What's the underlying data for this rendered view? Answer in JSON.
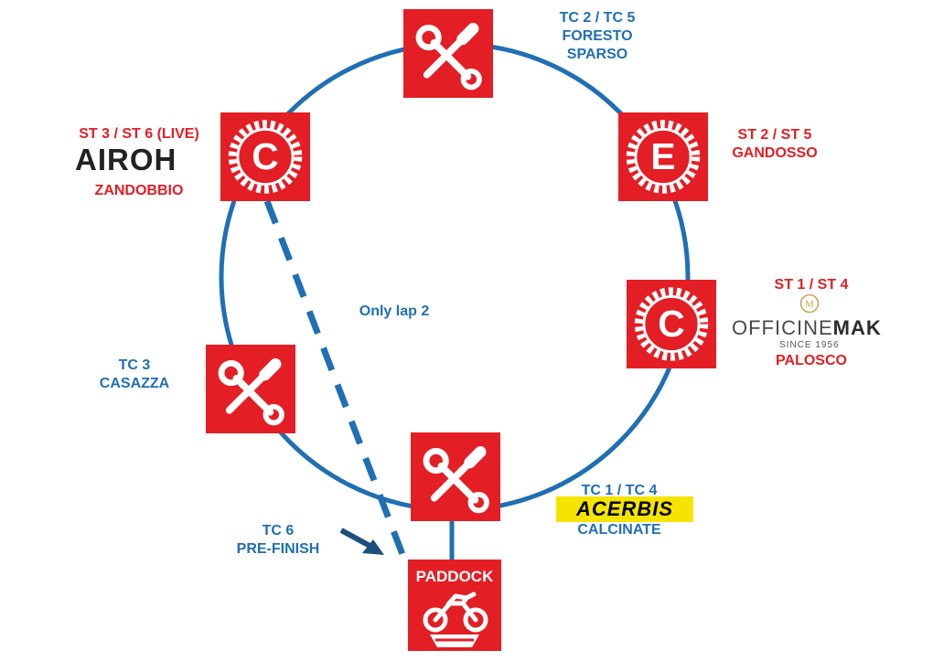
{
  "labels": {
    "tc2_tc5": {
      "line1": "TC 2 / TC 5",
      "line2": "FORESTO",
      "line3": "SPARSO"
    },
    "st2_st5": {
      "line1": "ST 2 / ST 5",
      "line2": "GANDOSSO"
    },
    "st1_st4": {
      "line1": "ST 1 / ST 4",
      "line2": "PALOSCO"
    },
    "tc1_tc4": {
      "line1": "TC 1 / TC 4",
      "line2": "CALCINATE"
    },
    "tc6": {
      "line1": "TC 6",
      "line2": "PRE-FINISH"
    },
    "tc3": {
      "line1": "TC 3",
      "line2": "CASAZZA"
    },
    "st3_st6": {
      "line1": "ST 3 / ST 6 (LIVE)",
      "line2": "ZANDOBBIO"
    },
    "only_lap": "Only lap 2"
  },
  "stations": {
    "st3_letter": "C",
    "st2_letter": "E",
    "st1_letter": "C",
    "paddock": "PADDOCK"
  },
  "sponsors": {
    "airoh": "AIROH",
    "officinemak": {
      "name_a": "OFFICINE",
      "name_b": "MAK",
      "since": "SINCE 1956",
      "monogram": "M"
    },
    "acerbis": "ACERBIS"
  },
  "colors": {
    "blue": "#1f6fb5",
    "red": "#e31e24",
    "arrow": "#1c4f7c",
    "acerbis_bg": "#f5e400"
  },
  "icons": [
    "tools-icon",
    "gear-letter-icon",
    "motorcycle-icon",
    "arrow-icon"
  ]
}
